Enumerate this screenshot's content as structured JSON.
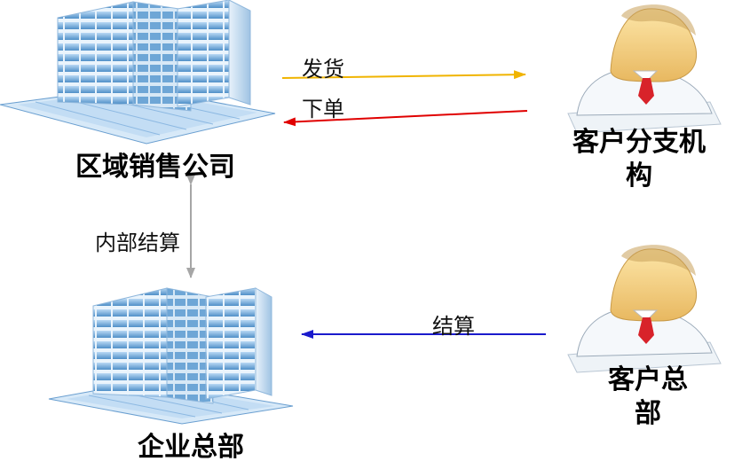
{
  "nodes": {
    "regional_sales": {
      "label": "区域销售公司"
    },
    "customer_branch": {
      "label_line1": "客户分支机",
      "label_line2": "构"
    },
    "enterprise_hq": {
      "label": "企业总部"
    },
    "customer_hq": {
      "label_line1": "客户总",
      "label_line2": "部"
    }
  },
  "edges": {
    "ship": {
      "label": "发货",
      "color": "#f0b400"
    },
    "order": {
      "label": "下单",
      "color": "#e00000"
    },
    "internal_settlement": {
      "label": "内部结算",
      "color": "#a6a6a6"
    },
    "settlement": {
      "label": "结算",
      "color": "#1a1acc"
    }
  }
}
